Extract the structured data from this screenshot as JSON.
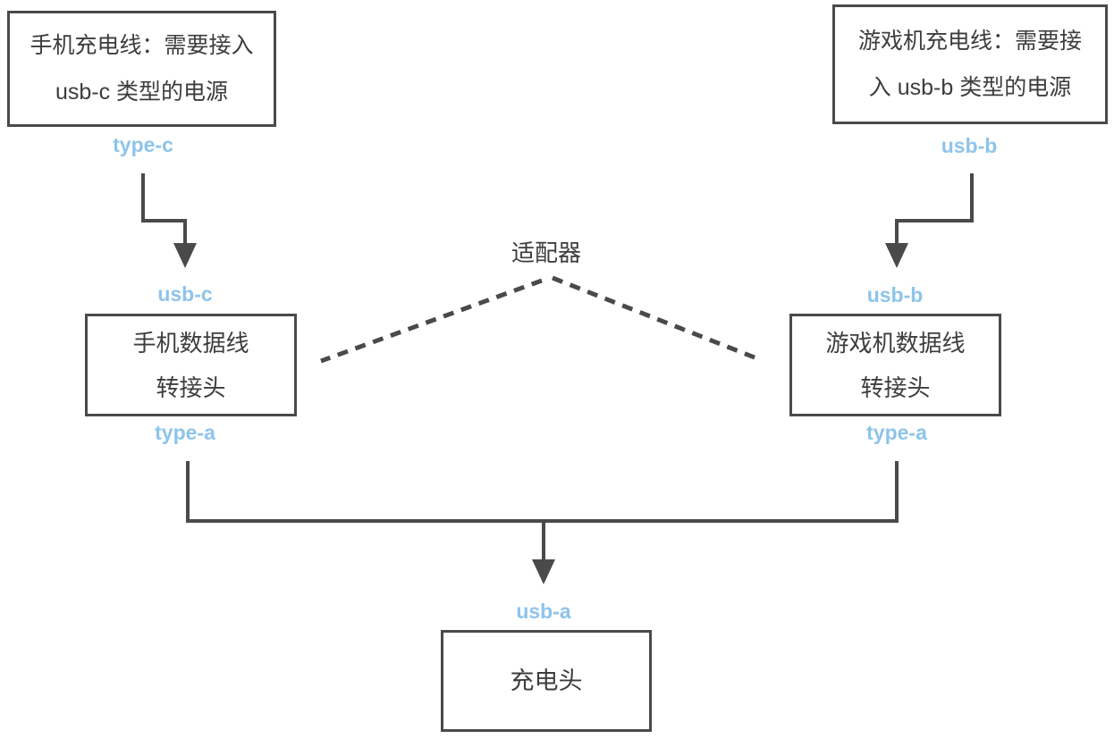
{
  "diagram": {
    "background": "#ffffff",
    "colors": {
      "line": "#4a4a4a",
      "accent": "#8ec4ea",
      "text": "#3d3d3d"
    },
    "nodes": {
      "phone_cable": {
        "line1": "手机充电线：需要接入",
        "line2": "usb-c 类型的电源"
      },
      "console_cable": {
        "line1": "游戏机充电线：需要接",
        "line2": "入 usb-b 类型的电源"
      },
      "phone_adapter": {
        "line1": "手机数据线",
        "line2": "转接头"
      },
      "console_adapter": {
        "line1": "游戏机数据线",
        "line2": "转接头"
      },
      "charger": {
        "line1": "充电头"
      }
    },
    "port_labels": {
      "phone_cable_out": "type-c",
      "console_cable_out": "usb-b",
      "phone_adapter_in": "usb-c",
      "console_adapter_in": "usb-b",
      "phone_adapter_out": "type-a",
      "console_adapter_out": "type-a",
      "charger_in": "usb-a"
    },
    "annotations": {
      "adapter": "适配器"
    }
  }
}
